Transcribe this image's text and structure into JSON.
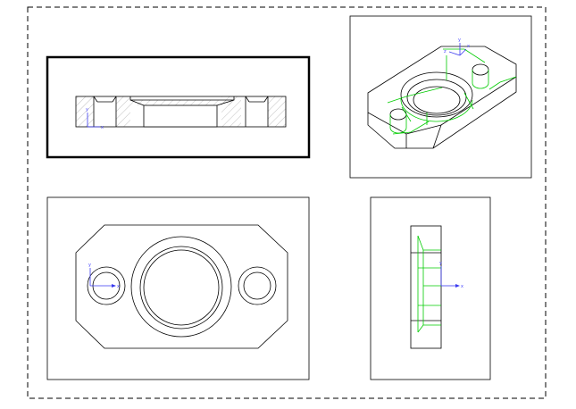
{
  "sheet": {
    "colors": {
      "line": "#000000",
      "hidden_edge": "#00cc00",
      "axis": "#3a3af0",
      "hatch": "#888888",
      "background": "#ffffff"
    },
    "axis_labels": {
      "x": "x",
      "y": "y",
      "z": "z"
    }
  }
}
